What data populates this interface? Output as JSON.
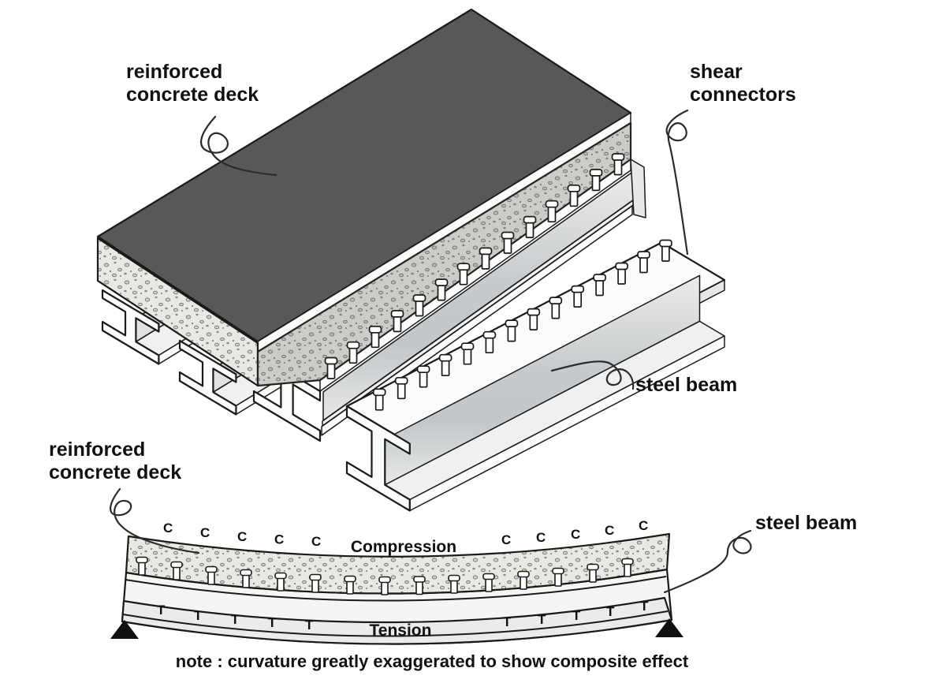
{
  "top_figure": {
    "deck_label_line1": "reinforced",
    "deck_label_line2": "concrete deck",
    "shear_label_line1": "shear",
    "shear_label_line2": "connectors",
    "beam_label": "steel beam"
  },
  "bottom_figure": {
    "deck_label_line1": "reinforced",
    "deck_label_line2": "concrete deck",
    "beam_label": "steel beam",
    "compression_label": "Compression",
    "tension_label": "Tension",
    "c_mark": "C",
    "t_mark": "T",
    "note": "note : curvature greatly exaggerated to show composite effect"
  },
  "colors": {
    "slab": "#58585a",
    "outline": "#1a1a1a",
    "concrete": "#eae8e3",
    "steel-light": "#f5f5f4",
    "steel-mid": "#e0e1e2",
    "steel-dark": "#c9ccce",
    "ink": "#111111",
    "leader": "#2b2b2b"
  }
}
